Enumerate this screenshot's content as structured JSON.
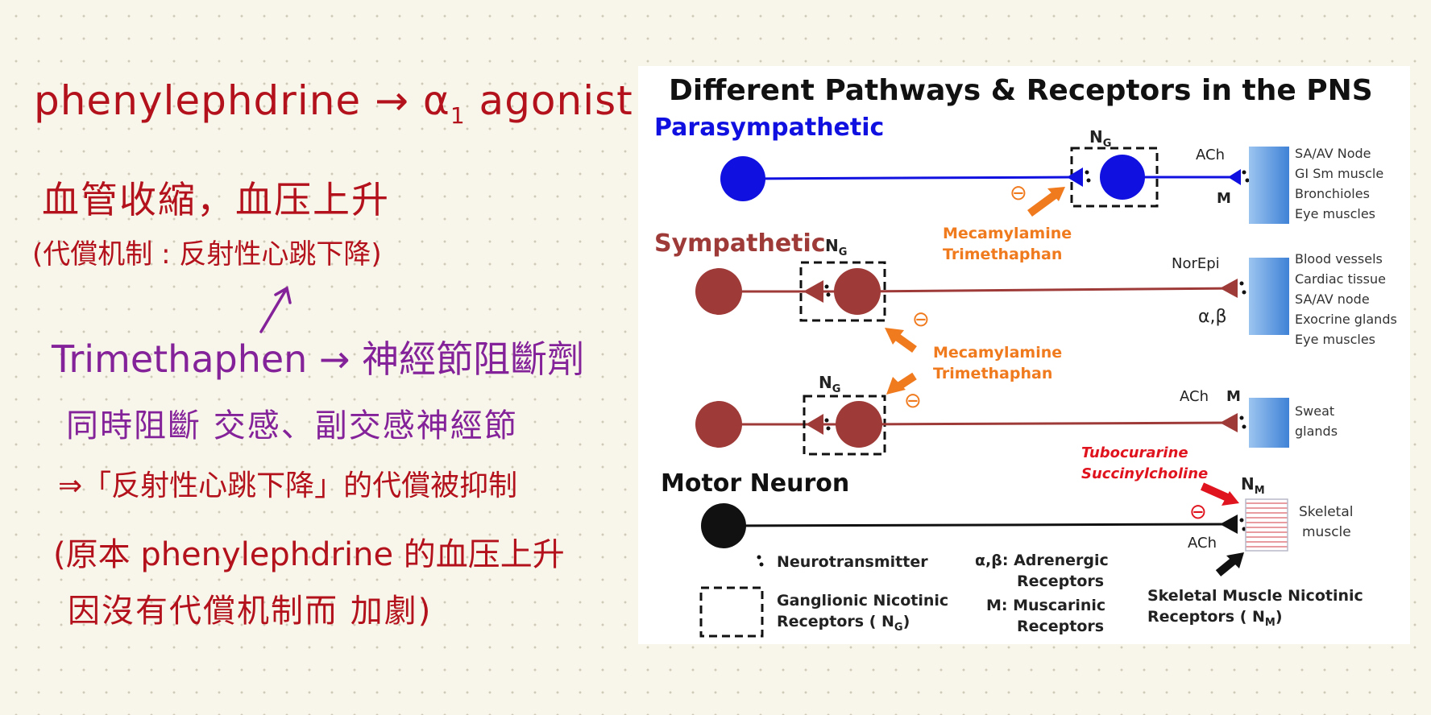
{
  "notes": {
    "line1_main": "phenylephdrine → α",
    "line1_sub": "1",
    "line1_end": " agonist",
    "line2": "血管收縮，血压上升",
    "line3": "(代償机制 : 反射性心跳下降)",
    "line4": "Trimethaphen → 神經節阻斷劑",
    "line5": "同時阻斷 交感、副交感神經節",
    "line6": "⇒「反射性心跳下降」的代償被抑制",
    "line7": "(原本 phenylephdrine 的血压上升",
    "line8": "因沒有代償机制而 加劇)"
  },
  "diagram": {
    "title": "Different Pathways & Receptors in the PNS",
    "parasympathetic_label": "Parasympathetic",
    "sympathetic_label": "Sympathetic",
    "motor_label": "Motor Neuron",
    "ng_main": "N",
    "ng_sub": "G",
    "nm_main": "N",
    "nm_sub": "M",
    "ach": "ACh",
    "m": "M",
    "norepi": "NorEpi",
    "alpha_beta": "α,β",
    "blocker_1": "Mecamylamine",
    "blocker_2": "Trimethaphan",
    "nmj_blocker_1": "Tubocurarine",
    "nmj_blocker_2": "Succinylcholine",
    "inhibit_symbol": "⊖",
    "targets_para": [
      "SA/AV Node",
      "GI Sm muscle",
      "Bronchioles",
      "Eye muscles"
    ],
    "targets_symp": [
      "Blood vessels",
      "Cardiac tissue",
      "SA/AV node",
      "Exocrine glands",
      "Eye muscles"
    ],
    "targets_sweat": [
      "Sweat",
      "glands"
    ],
    "targets_skeletal": [
      "Skeletal",
      "muscle"
    ],
    "legend": {
      "neurotransmitter": "Neurotransmitter",
      "ganglionic_1": "Ganglionic Nicotinic",
      "ganglionic_2": "Receptors ( N",
      "ganglionic_sub": "G",
      "close_paren": ")",
      "adrenergic_1": "α,β:  Adrenergic",
      "adrenergic_2": "Receptors",
      "muscarinic_1": "M:  Muscarinic",
      "muscarinic_2": "Receptors",
      "skeletal_1": "Skeletal Muscle Nicotinic",
      "skeletal_2": "Receptors ( N",
      "skeletal_sub": "M"
    },
    "colors": {
      "parasympathetic": "#1010e0",
      "sympathetic": "#9e3b38",
      "motor": "#000000",
      "orange": "#f07a1e",
      "red_drug": "#e0141e",
      "target_fill": "#5b9ae0"
    }
  }
}
